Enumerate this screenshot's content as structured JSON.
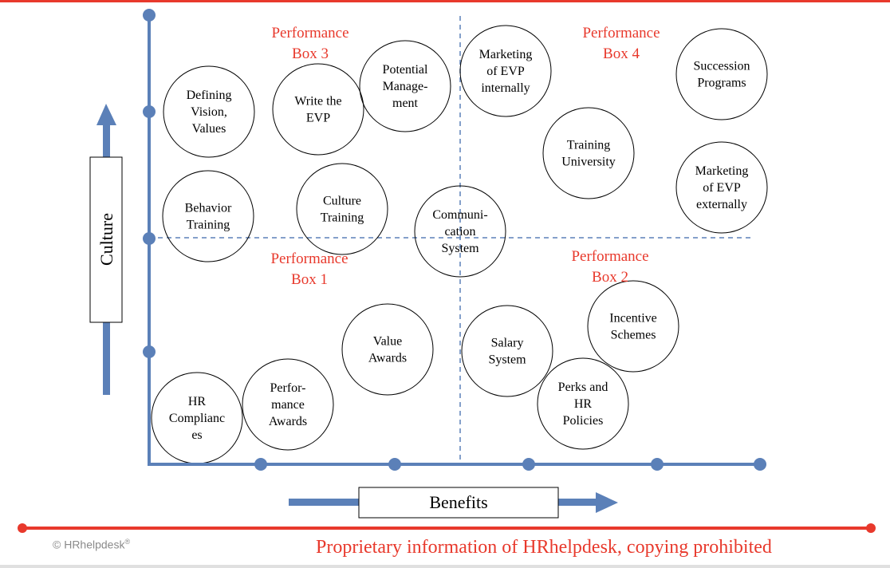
{
  "colors": {
    "axis": "#5b80b8",
    "red": "#e8392c"
  },
  "axes": {
    "y_label": "Culture",
    "x_label": "Benefits"
  },
  "boxes": [
    {
      "id": "box3",
      "lines": [
        "Performance",
        "Box 3"
      ]
    },
    {
      "id": "box4",
      "lines": [
        "Performance",
        "Box 4"
      ]
    },
    {
      "id": "box1",
      "lines": [
        "Performance",
        "Box 1"
      ]
    },
    {
      "id": "box2",
      "lines": [
        "Performance",
        "Box 2"
      ]
    }
  ],
  "circles": [
    {
      "lines": [
        "Defining",
        "Vision,",
        "Values"
      ]
    },
    {
      "lines": [
        "Write the",
        "EVP"
      ]
    },
    {
      "lines": [
        "Potential",
        "Manage-",
        "ment"
      ]
    },
    {
      "lines": [
        "Marketing",
        "of EVP",
        "internally"
      ]
    },
    {
      "lines": [
        "Succession",
        "Programs"
      ]
    },
    {
      "lines": [
        "Training",
        "University"
      ]
    },
    {
      "lines": [
        "Marketing",
        "of EVP",
        "externally"
      ]
    },
    {
      "lines": [
        "Behavior",
        "Training"
      ]
    },
    {
      "lines": [
        "Culture",
        "Training"
      ]
    },
    {
      "lines": [
        "Communi-",
        "cation",
        "System"
      ]
    },
    {
      "lines": [
        "Value",
        "Awards"
      ]
    },
    {
      "lines": [
        "Salary",
        "System"
      ]
    },
    {
      "lines": [
        "Incentive",
        "Schemes"
      ]
    },
    {
      "lines": [
        "Perks and",
        "HR",
        "Policies"
      ]
    },
    {
      "lines": [
        "HR",
        "Complianc",
        "es"
      ]
    },
    {
      "lines": [
        "Perfor-",
        "mance",
        "Awards"
      ]
    }
  ],
  "footer": {
    "copyright": "© HRhelpdesk",
    "registered": "®",
    "notice": "Proprietary information of HRhelpdesk, copying prohibited"
  }
}
